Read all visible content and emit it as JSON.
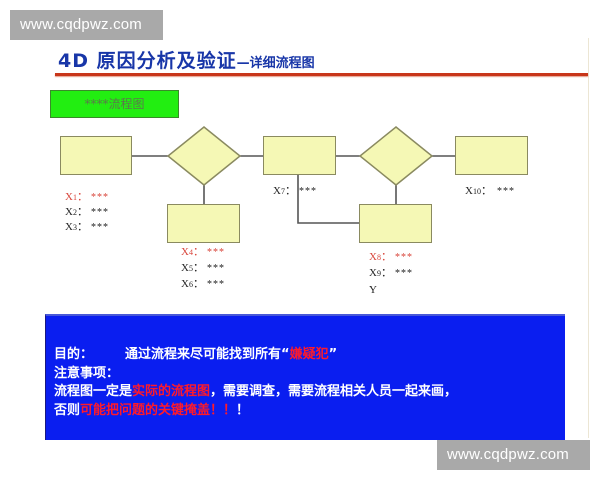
{
  "watermark": {
    "top": "www.cqdpwz.com",
    "bottom": "www.cqdpwz.com"
  },
  "slide": {
    "title": "4D 原因分析及验证",
    "subtitle": "—详细流程图",
    "colors": {
      "title": "#1836a8",
      "rule": "#c8361a",
      "green_label": "#22ee11",
      "box_fill": "#f5f8b5",
      "panel": "#0a1ef0",
      "highlight": "#ff1a2a"
    }
  },
  "diagram": {
    "label": "****流程图",
    "nodes": [
      {
        "id": "box1",
        "type": "process"
      },
      {
        "id": "decision1",
        "type": "decision"
      },
      {
        "id": "box2",
        "type": "process"
      },
      {
        "id": "box3",
        "type": "process"
      },
      {
        "id": "decision2",
        "type": "decision"
      },
      {
        "id": "box4",
        "type": "process"
      },
      {
        "id": "box5",
        "type": "process"
      }
    ],
    "variables": {
      "g1": [
        {
          "name": "X",
          "sub": "1",
          "sep": "：",
          "value": "***",
          "highlight": true
        },
        {
          "name": "X",
          "sub": "2",
          "sep": "：",
          "value": "***",
          "highlight": false
        },
        {
          "name": "X",
          "sub": "3",
          "sep": "：",
          "value": "***",
          "highlight": false
        }
      ],
      "g2": [
        {
          "name": "X",
          "sub": "4",
          "sep": "：",
          "value": "***",
          "highlight": true
        },
        {
          "name": "X",
          "sub": "5",
          "sep": "：",
          "value": "***",
          "highlight": false
        },
        {
          "name": "X",
          "sub": "6",
          "sep": "：",
          "value": "***",
          "highlight": false
        }
      ],
      "g3": [
        {
          "name": "X",
          "sub": "7",
          "sep": "：",
          "value": "***",
          "highlight": false
        }
      ],
      "g4": [
        {
          "name": "X",
          "sub": "8",
          "sep": "：",
          "value": "***",
          "highlight": true
        },
        {
          "name": "X",
          "sub": "9",
          "sep": "：",
          "value": "***",
          "highlight": false
        },
        {
          "name": "Y",
          "sub": "",
          "sep": "",
          "value": "",
          "highlight": false
        }
      ],
      "g5": [
        {
          "name": "X",
          "sub": "10",
          "sep": "：",
          "value": "***",
          "highlight": false
        }
      ]
    }
  },
  "notes": {
    "purpose_label": "目的：",
    "purpose_text": "通过流程来尽可能找到所有“",
    "purpose_highlight": "嫌疑犯",
    "purpose_close": "”",
    "caution_label": "注意事项：",
    "line3_a": "流程图一定是",
    "line3_highlight": "实际的流程图",
    "line3_b": "，需要调查，需要流程相关人员一起来画，",
    "line4_a": "否则",
    "line4_highlight": "可能把问题的关键掩盖！！",
    "line4_b": "！"
  }
}
